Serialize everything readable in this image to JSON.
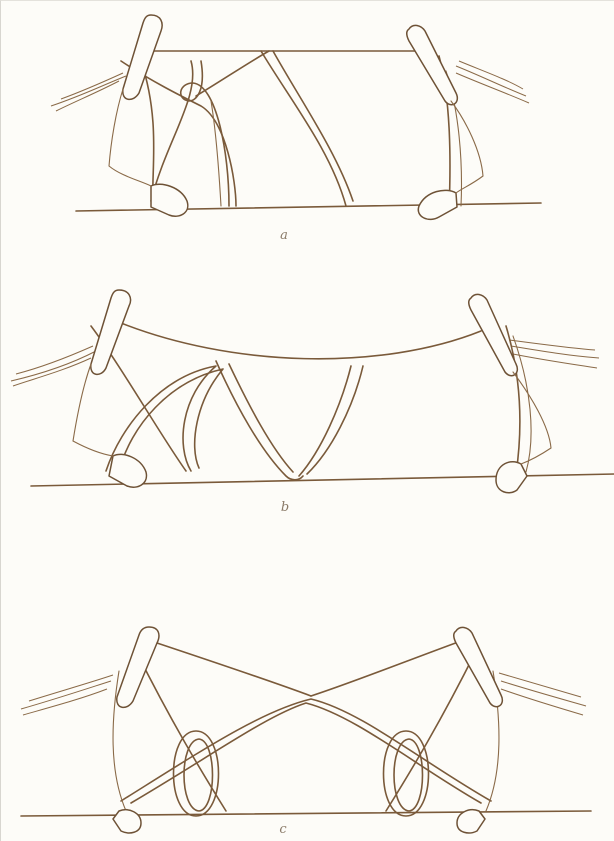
{
  "figure": {
    "panels": [
      {
        "id": "a",
        "caption": "a"
      },
      {
        "id": "b",
        "caption": "b"
      },
      {
        "id": "c",
        "caption": "c"
      }
    ],
    "colors": {
      "ink": "#7a5a3a",
      "paper": "#fdfcf8"
    }
  }
}
